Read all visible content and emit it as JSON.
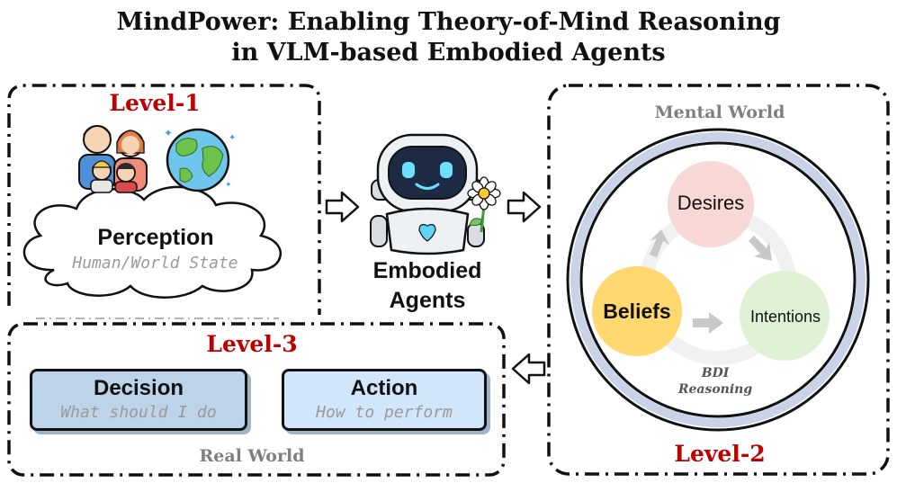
{
  "title_line1": "MindPower: Enabling Theory-of-Mind Reasoning",
  "title_line2": "in VLM-based Embodied Agents",
  "level1": {
    "label": "Level-1",
    "perception_title": "Perception",
    "perception_sub": "Human/World State"
  },
  "agent": {
    "line1": "Embodied",
    "line2": "Agents"
  },
  "level2": {
    "label": "Level-2",
    "section": "Mental World",
    "desires": "Desires",
    "beliefs": "Beliefs",
    "intentions": "Intentions",
    "bdi_line1": "BDI",
    "bdi_line2": "Reasoning"
  },
  "level3": {
    "label": "Level-3",
    "section": "Real World",
    "decision_title": "Decision",
    "decision_sub": "What should I do",
    "action_title": "Action",
    "action_sub": "How to perform"
  },
  "colors": {
    "level_red": "#c00000",
    "desires": "#f8d7d7",
    "beliefs": "#ffd870",
    "intentions": "#dff0d5",
    "decision_box": "#bcd3ea",
    "action_box": "#d2e6fb"
  }
}
